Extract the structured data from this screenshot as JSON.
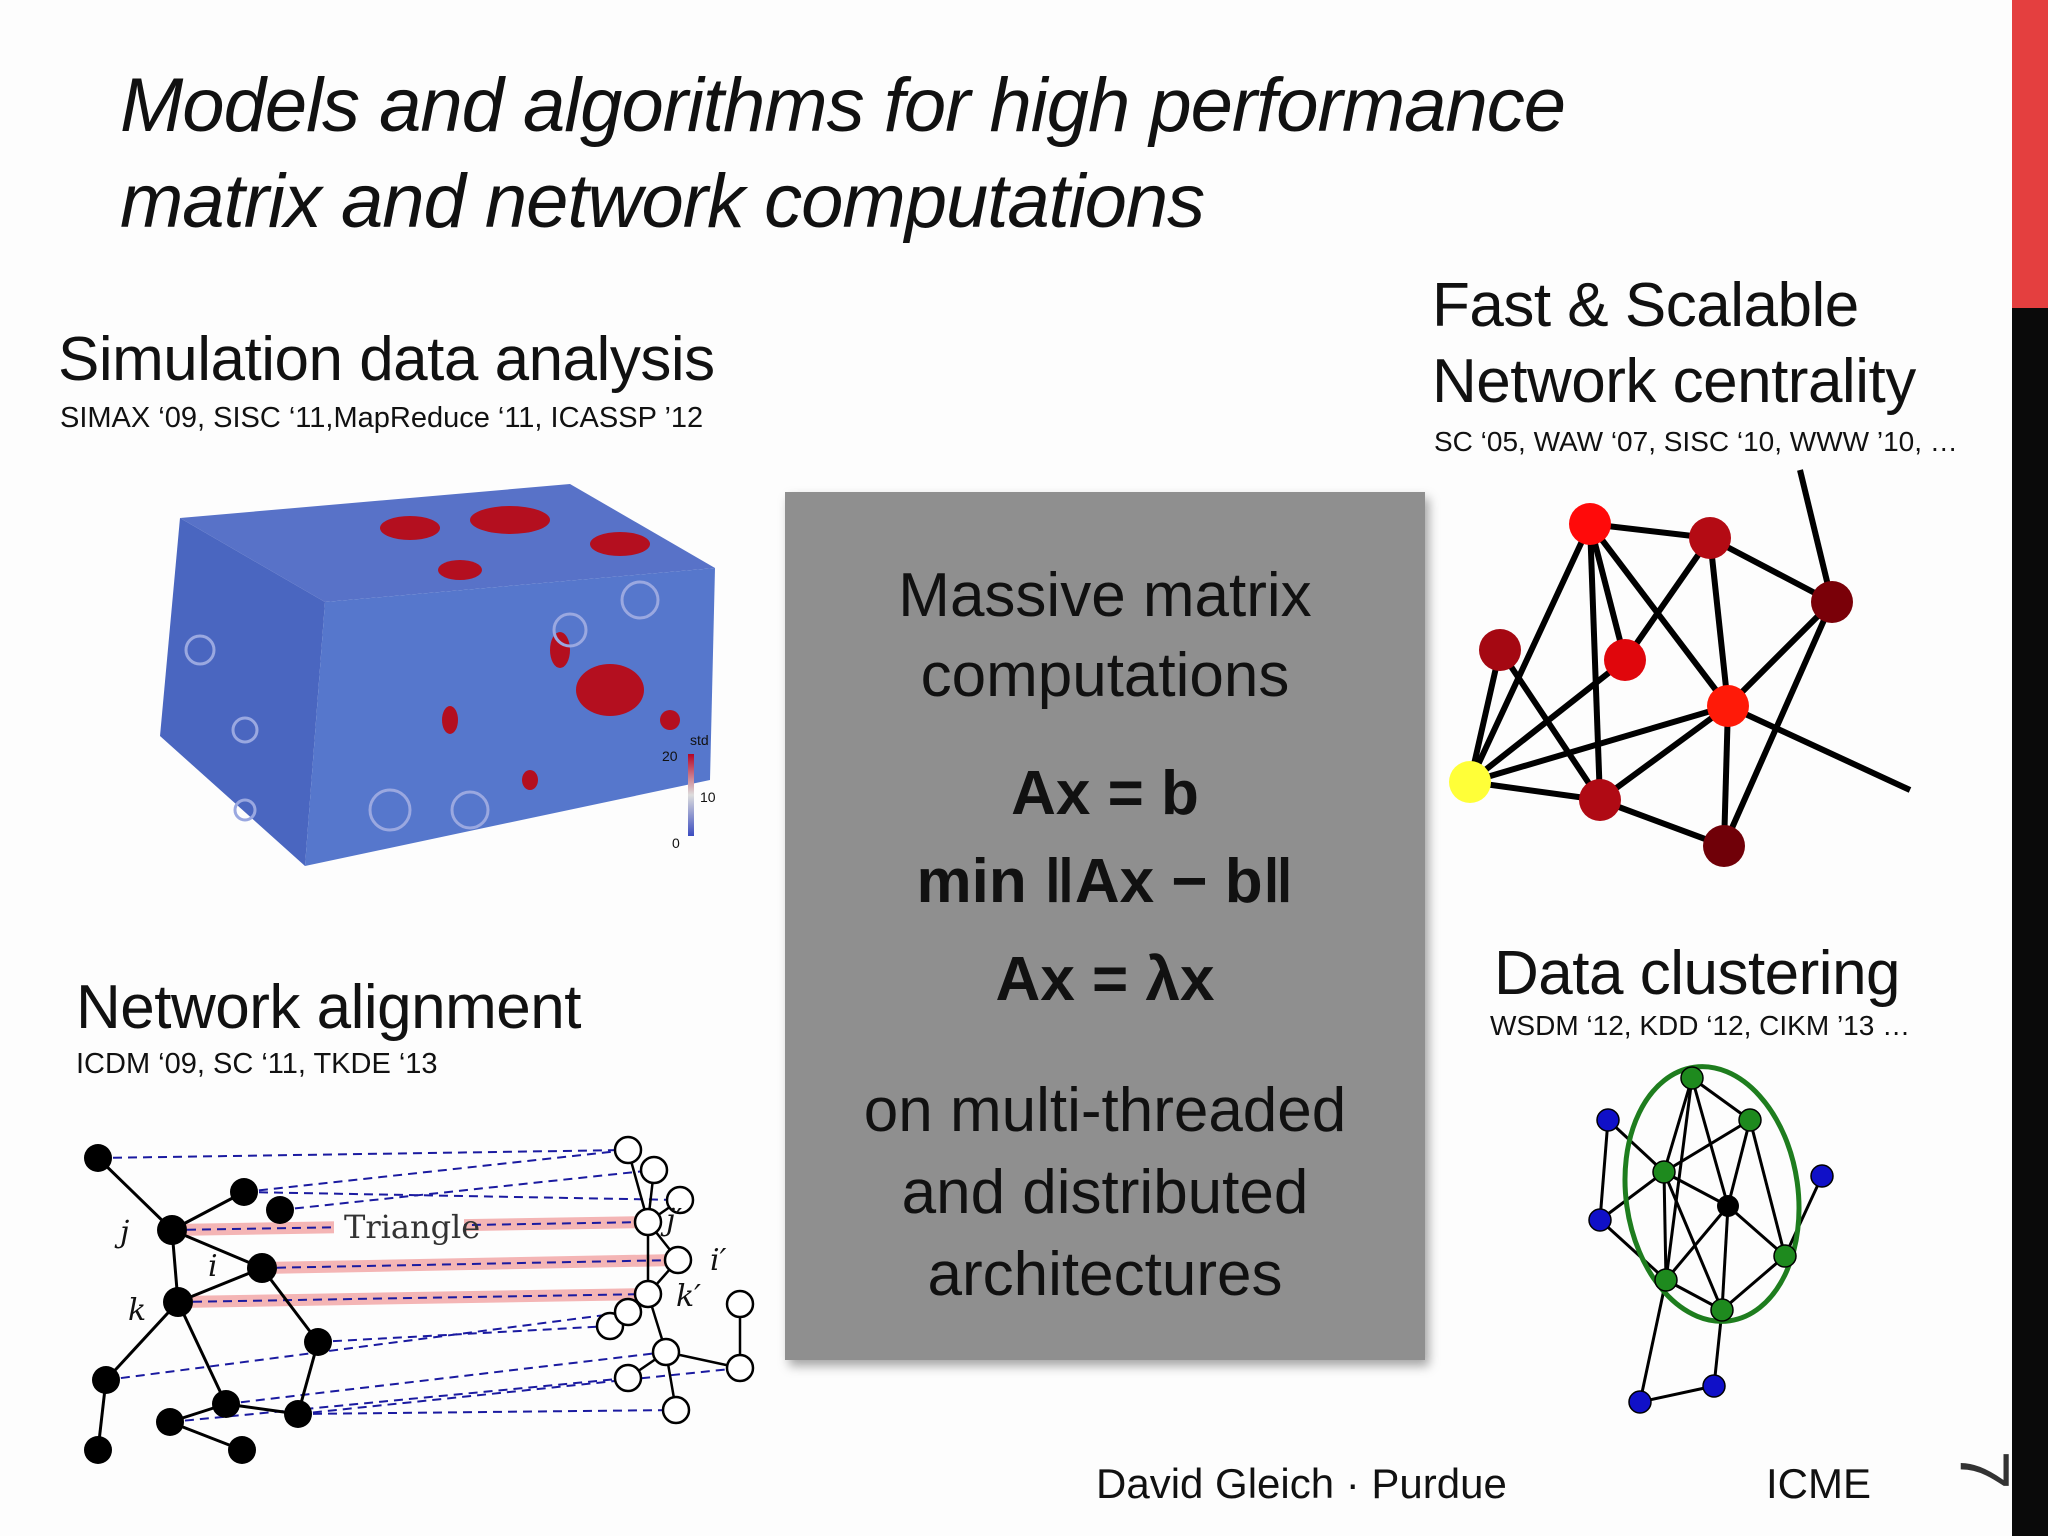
{
  "slide": {
    "title_line1": "Models and algorithms for high performance",
    "title_line2": "matrix and network computations",
    "page_number": "7"
  },
  "sections": {
    "simulation": {
      "heading": "Simulation data analysis",
      "citations": "SIMAX ‘09, SISC ‘11,MapReduce ‘11,  ICASSP ’12",
      "colorbar": {
        "label": "std",
        "ticks": [
          "20",
          "10",
          "0"
        ]
      }
    },
    "centrality": {
      "heading_line1": "Fast & Scalable",
      "heading_line2": "Network centrality",
      "citations": "SC ‘05, WAW ‘07, SISC ‘10, WWW ’10, …"
    },
    "alignment": {
      "heading": "Network alignment",
      "citations": "ICDM ‘09, SC ‘11, TKDE ‘13",
      "diagram_labels": {
        "triangle": "Triangle",
        "j": "j",
        "i": "i",
        "k": "k",
        "j_prime": "j′",
        "i_prime": "i′",
        "k_prime": "k′"
      }
    },
    "clustering": {
      "heading": "Data clustering",
      "citations": "WSDM ‘12, KDD ‘12, CIKM ’13 …"
    }
  },
  "center_box": {
    "line1": "Massive matrix",
    "line2": "computations",
    "eq1": "Ax = b",
    "eq2": "min ‖Ax − b‖",
    "eq3": "Ax = λx",
    "line3": "on multi-threaded",
    "line4": "and distributed",
    "line5": "architectures"
  },
  "footer": {
    "name": "David Gleich · Purdue",
    "org": "ICME"
  },
  "colors": {
    "accent_red": "#e43f3f",
    "stripe_black": "#0a0a0a",
    "box_gray": "#8f8f8f",
    "cluster_green": "#1e7d1e",
    "cluster_blue": "#1010c8"
  }
}
